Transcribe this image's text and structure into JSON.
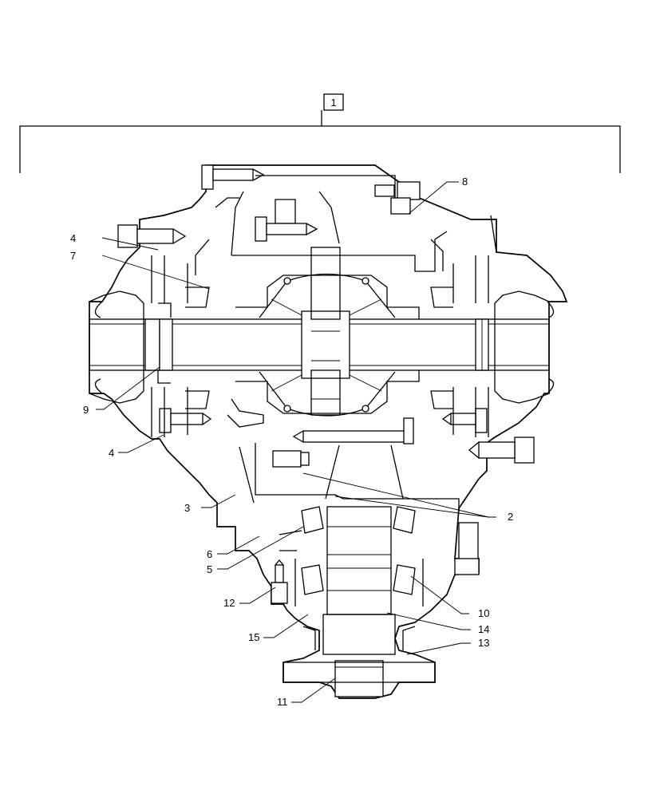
{
  "assembly_label": "1",
  "callouts": {
    "c2": "2",
    "c3": "3",
    "c4a": "4",
    "c4b": "4",
    "c5": "5",
    "c6": "6",
    "c7": "7",
    "c8": "8",
    "c9": "9",
    "c10": "10",
    "c11": "11",
    "c12": "12",
    "c13": "13",
    "c14": "14",
    "c15": "15"
  },
  "colors": {
    "line": "#000000",
    "background": "#ffffff"
  }
}
